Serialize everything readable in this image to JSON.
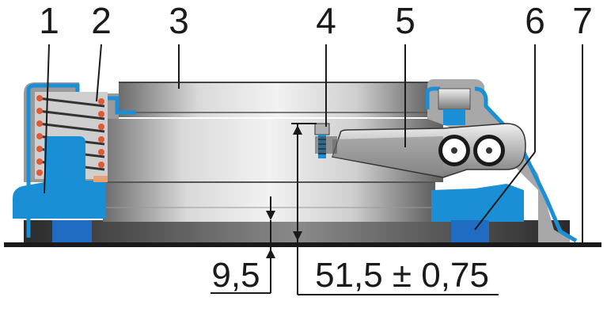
{
  "callouts": [
    "1",
    "2",
    "3",
    "4",
    "5",
    "6",
    "7"
  ],
  "dimensions": {
    "small": "9,5",
    "large": "51,5 ± 0,75"
  },
  "colors": {
    "blue": "#1a8fd6",
    "dark_blue": "#1f6cc2",
    "spring": "#e05a3a",
    "background": "#ffffff",
    "ink": "#1a1a1a"
  }
}
